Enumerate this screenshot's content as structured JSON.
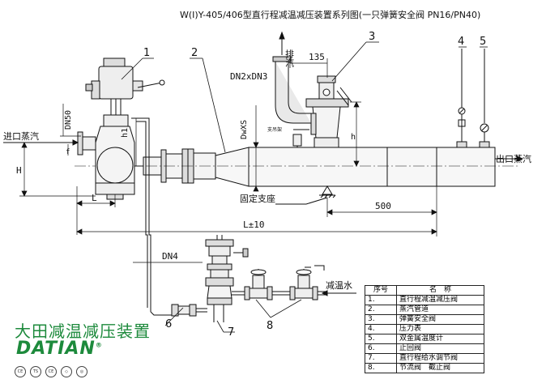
{
  "title": "W(I)Y-405/406型直行程减温减压装置系列图(一只弹簧安全阀 PN16/PN40)",
  "dimensions": {
    "exhaust": "排汽",
    "dn2xdn3": "DN2xDN3",
    "d135": "135",
    "dn50": "DN50",
    "dwxs": "DwXS",
    "h1": "h1",
    "h": "h",
    "H": "H",
    "f": "f",
    "L": "L",
    "L_tol": "L±10",
    "d500": "500",
    "dn4": "DN4"
  },
  "labels": {
    "inlet": "进口蒸汽",
    "outlet": "出口蒸汽",
    "support": "支吊架",
    "fixed_support": "固定支座",
    "desuperheat_water": "减温水"
  },
  "callouts": [
    "1",
    "2",
    "3",
    "4",
    "5",
    "6",
    "7",
    "8"
  ],
  "legend": {
    "header_no": "序号",
    "header_name": "名　称",
    "rows": [
      {
        "no": "1.",
        "name": "直行程减温减压阀"
      },
      {
        "no": "2.",
        "name": "蒸汽管道"
      },
      {
        "no": "3.",
        "name": "弹簧安全阀"
      },
      {
        "no": "4.",
        "name": "压力表"
      },
      {
        "no": "5.",
        "name": "双金属温度计"
      },
      {
        "no": "6.",
        "name": "止回阀"
      },
      {
        "no": "7.",
        "name": "直行程给水调节阀"
      },
      {
        "no": "8.",
        "name": "节流阀　截止阀"
      }
    ]
  },
  "brand": {
    "name_cn": "大田减温减压装置",
    "logo": "DATIAN",
    "reg": "®",
    "certs": [
      "CE",
      "TS",
      "CE",
      "◇",
      "◎"
    ]
  }
}
